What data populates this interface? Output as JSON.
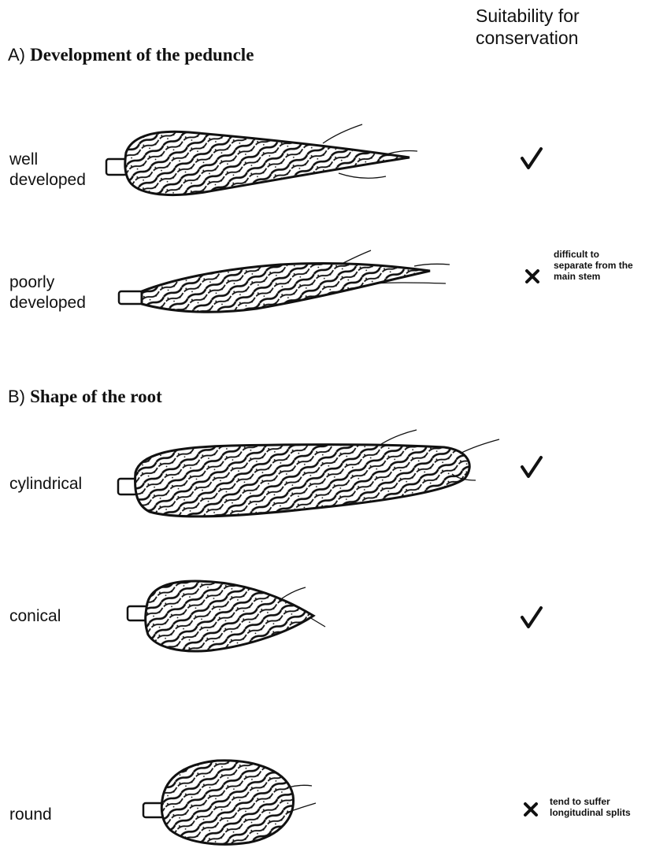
{
  "header": {
    "line1": "Suitability for",
    "line2": "conservation"
  },
  "sections": [
    {
      "letter": "A)",
      "title": "Development of the peduncle",
      "rows": [
        {
          "label_line1": "well",
          "label_line2": "developed",
          "suitable": true,
          "mark": "check-icon",
          "note_lines": []
        },
        {
          "label_line1": "poorly",
          "label_line2": "developed",
          "suitable": false,
          "mark": "cross-icon",
          "note_lines": [
            "difficult to",
            "separate from the",
            "main stem"
          ]
        }
      ]
    },
    {
      "letter": "B)",
      "title": "Shape of the root",
      "rows": [
        {
          "label_line1": "cylindrical",
          "suitable": true,
          "mark": "check-icon",
          "note_lines": []
        },
        {
          "label_line1": "conical",
          "suitable": true,
          "mark": "check-icon",
          "note_lines": []
        },
        {
          "label_line1": "round",
          "suitable": false,
          "mark": "cross-icon",
          "note_lines": [
            "tend to suffer",
            "longitudinal splits"
          ]
        }
      ]
    }
  ],
  "colors": {
    "ink": "#111111",
    "paper": "#ffffff"
  }
}
